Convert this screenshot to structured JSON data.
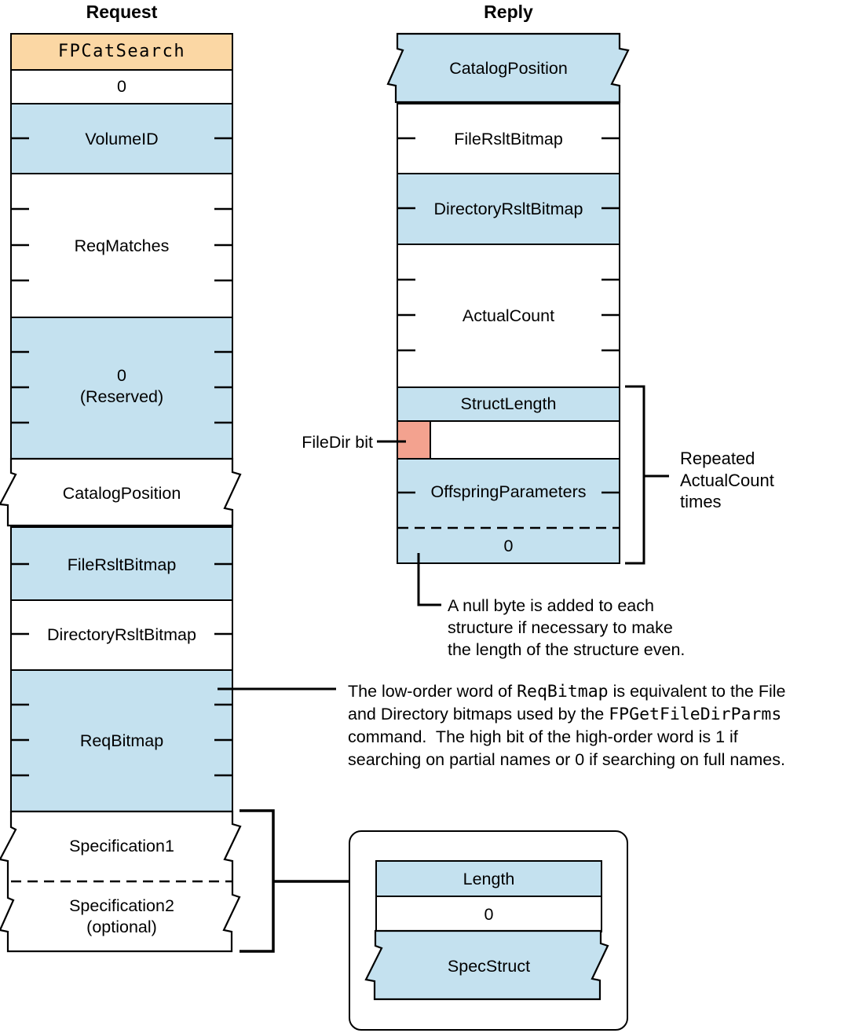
{
  "request": {
    "title": "Request",
    "rows": {
      "fpcatsearch": "FPCatSearch",
      "zero": "0",
      "volumeid": "VolumeID",
      "reqmatches": "ReqMatches",
      "reserved_line1": "0",
      "reserved_line2": "(Reserved)",
      "catalogposition": "CatalogPosition",
      "filersltbitmap": "FileRsltBitmap",
      "directoryrsltbitmap": "DirectoryRsltBitmap",
      "reqbitmap": "ReqBitmap",
      "specification1": "Specification1",
      "specification2_line1": "Specification2",
      "specification2_line2": "(optional)"
    }
  },
  "reply": {
    "title": "Reply",
    "rows": {
      "catalogposition": "CatalogPosition",
      "filersltbitmap": "FileRsltBitmap",
      "directoryrsltbitmap": "DirectoryRsltBitmap",
      "actualcount": "ActualCount",
      "structlength": "StructLength",
      "offspringparameters": "OffspringParameters",
      "zero": "0"
    },
    "filedir_bit_label": "FileDir bit",
    "repeat_note": {
      "line1": "Repeated",
      "line2": "ActualCount",
      "line3": "times"
    },
    "null_byte_note": {
      "line1": "A null byte is added to each",
      "line2": "structure if necessary to make",
      "line3": "the length of the structure even."
    }
  },
  "reqbitmap_note": {
    "line1_a": "The low-order word of ",
    "line1_mono": "ReqBitmap",
    "line1_b": " is equivalent to the File",
    "line2_a": "and Directory bitmaps used by the ",
    "line2_mono": "FPGetFileDirParms",
    "line3": "command.  The high bit of the high-order word is 1 if",
    "line4": "searching on partial names or 0 if searching on full names."
  },
  "spec_struct_box": {
    "length": "Length",
    "zero": "0",
    "specstruct": "SpecStruct"
  },
  "colors": {
    "field_blue": "#c4e1ef",
    "command_orange": "#fbd7a4",
    "filedir_salmon": "#f3a28f",
    "line_black": "#000000"
  }
}
